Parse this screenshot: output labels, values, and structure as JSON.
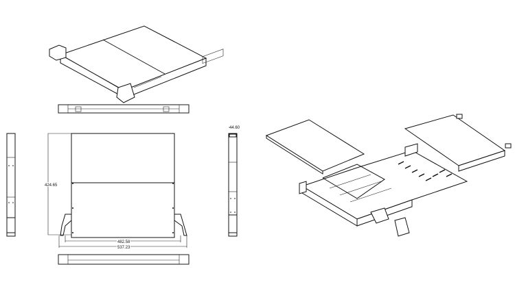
{
  "drawing": {
    "dimensions": {
      "depth": "424.65",
      "body_width": "482.58",
      "overall_width": "537.23",
      "height": "44.60"
    },
    "views": [
      "isometric-view",
      "front-view",
      "top-view",
      "left-side-view",
      "right-side-view",
      "bottom-front-view",
      "exploded-view"
    ]
  }
}
